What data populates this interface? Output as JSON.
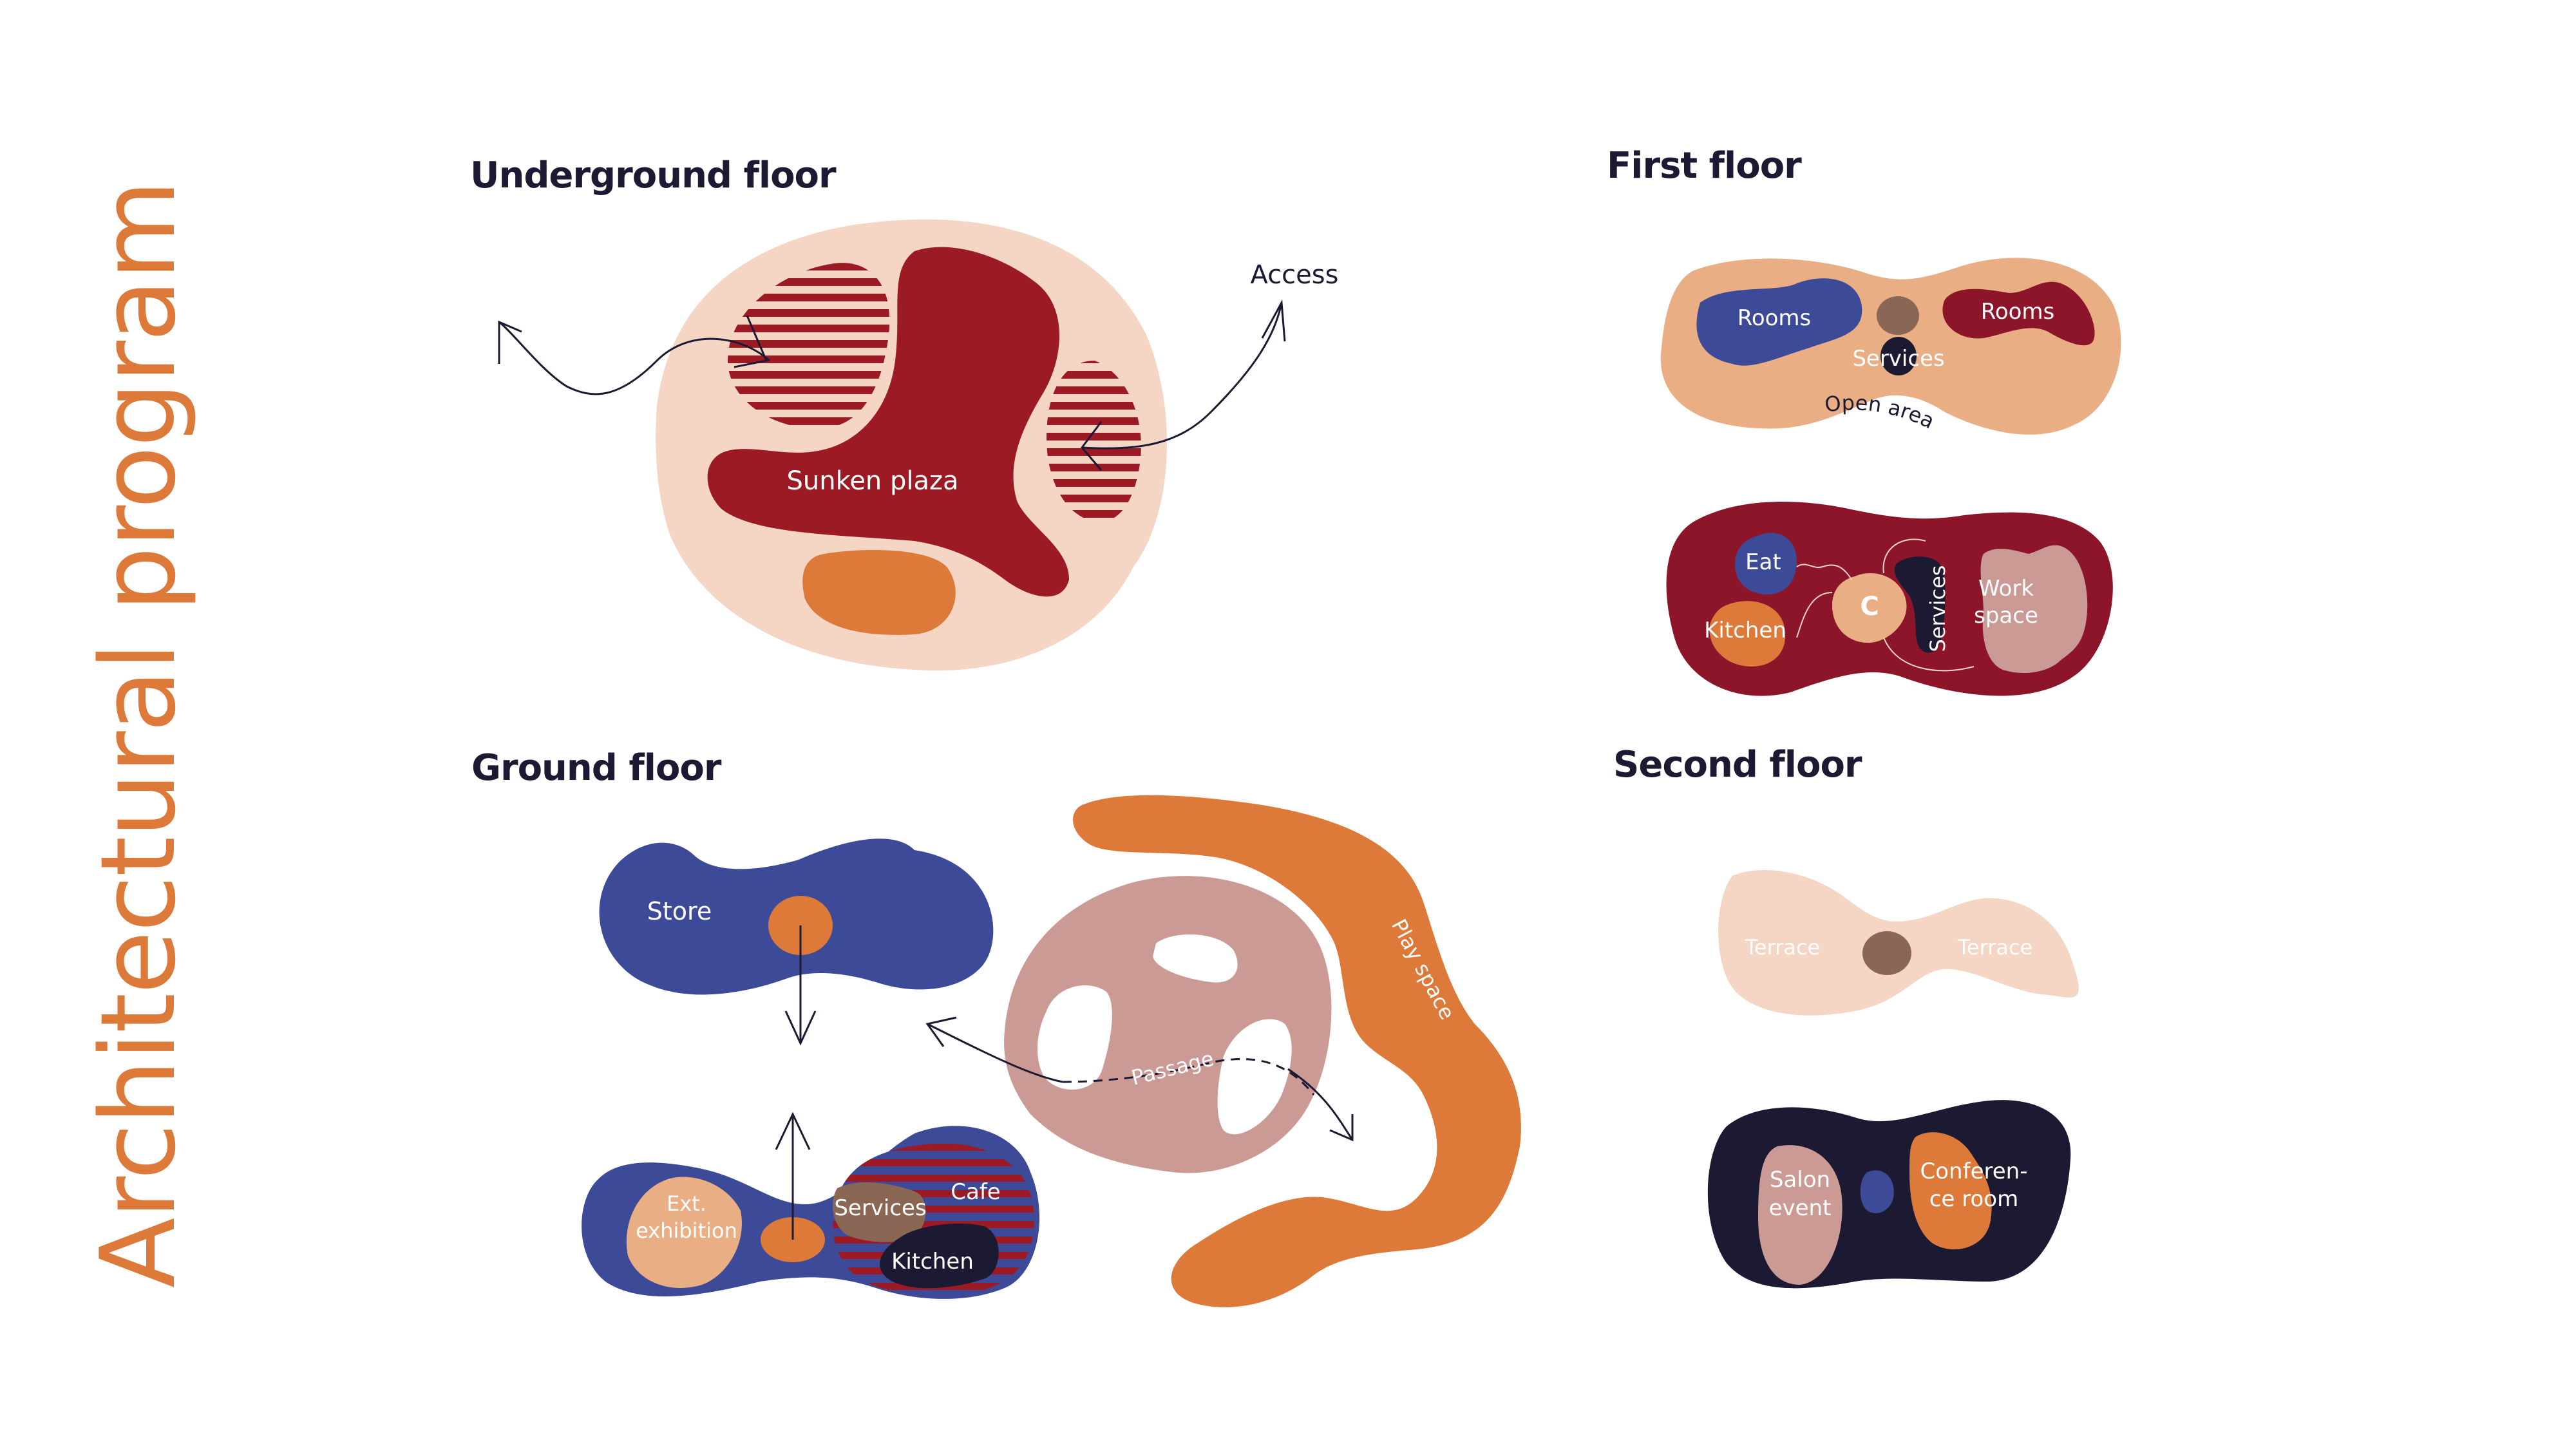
{
  "title": "Architectural program",
  "palette": {
    "accent_orange": "#dd7a3a",
    "dark_red": "#9b1a24",
    "crimson": "#8c1529",
    "peach": "#f5d5c3",
    "tan": "#eaae84",
    "navy_blue": "#3c4a98",
    "dark_navy": "#1c1a33",
    "mauve": "#cc9a95",
    "brown": "#8a6754",
    "white": "#ffffff"
  },
  "floors": {
    "underground": {
      "title": "Underground floor",
      "labels": {
        "plaza": "Sunken plaza",
        "access": "Access"
      }
    },
    "ground": {
      "title": "Ground floor",
      "labels": {
        "store": "Store",
        "ext_line1": "Ext.",
        "ext_line2": "exhibition",
        "services": "Services",
        "cafe": "Cafe",
        "kitchen": "Kitchen",
        "passage": "Passage",
        "play_space": "Play space"
      }
    },
    "first": {
      "title": "First floor",
      "upper": {
        "rooms_left": "Rooms",
        "rooms_right": "Rooms",
        "services": "Services",
        "open_area": "Open area"
      },
      "lower": {
        "eat": "Eat",
        "kitchen": "Kitchen",
        "core": "C",
        "services": "Services",
        "work_line1": "Work",
        "work_line2": "space"
      }
    },
    "second": {
      "title": "Second floor",
      "upper": {
        "terrace_left": "Terrace",
        "terrace_right": "Terrace"
      },
      "lower": {
        "salon_line1": "Salon",
        "salon_line2": "event",
        "conf_line1": "Conferen-",
        "conf_line2": "ce room"
      }
    }
  }
}
